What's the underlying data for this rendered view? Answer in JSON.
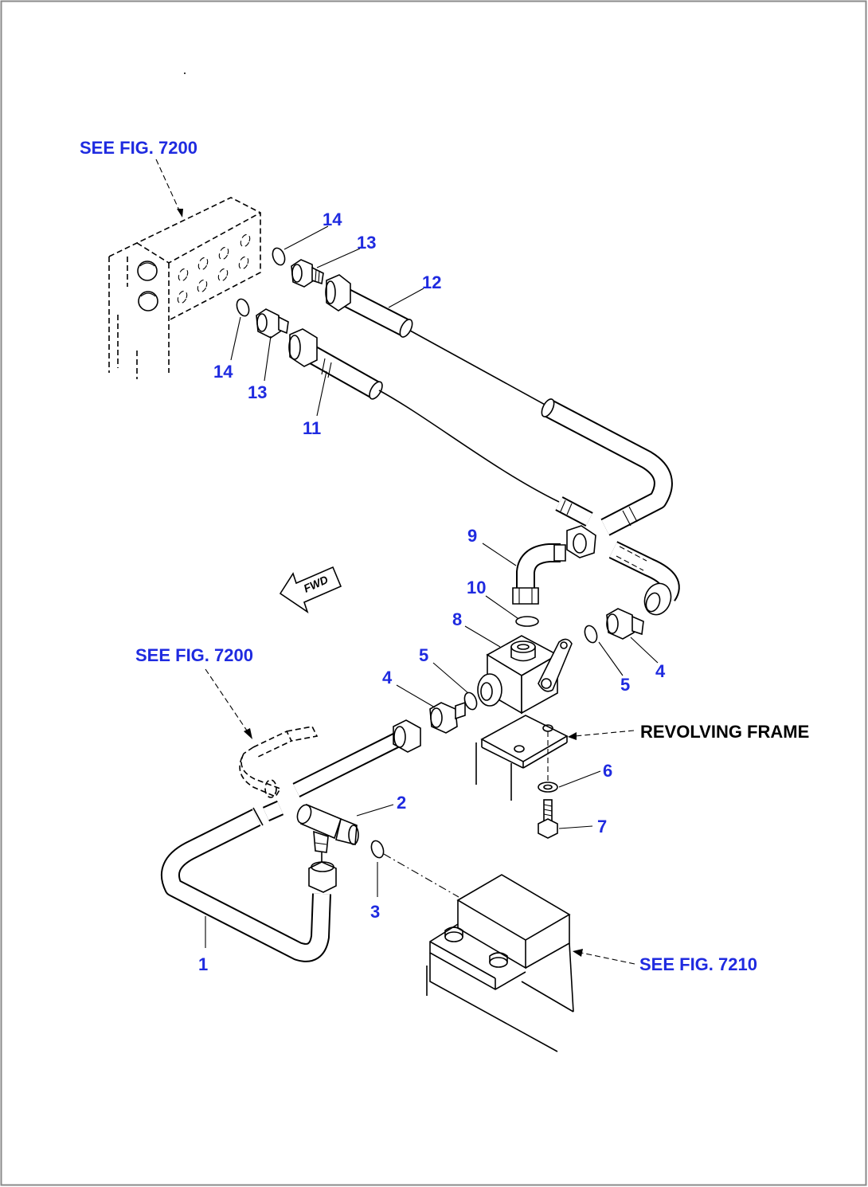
{
  "figure": {
    "references": {
      "top_left": "SEE FIG. 7200",
      "middle_left": "SEE FIG. 7200",
      "bottom_right": "SEE FIG. 7210"
    },
    "frame_label": "REVOLVING FRAME",
    "direction": "FWD",
    "callouts": [
      "14",
      "13",
      "12",
      "14",
      "13",
      "11",
      "9",
      "10",
      "8",
      "5",
      "4",
      "5",
      "4",
      "6",
      "7",
      "2",
      "3",
      "1"
    ]
  },
  "colors": {
    "callout": "#1f2be0",
    "text": "#000000",
    "line": "#000000"
  }
}
